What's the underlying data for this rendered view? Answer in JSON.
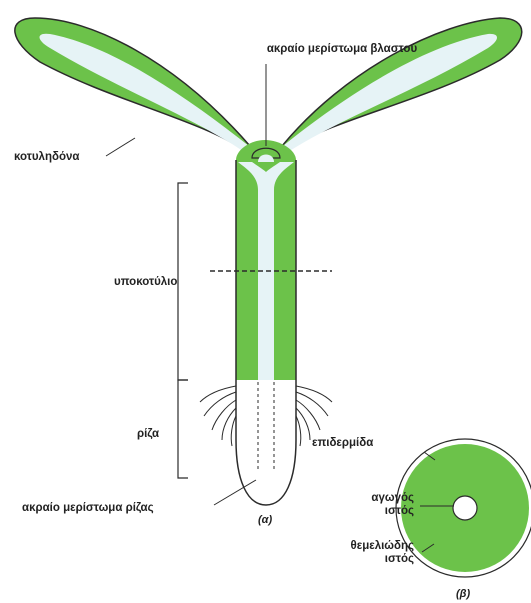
{
  "colors": {
    "tissue_green": "#6cc24a",
    "vascular_pale": "#e6f3f6",
    "outline": "#2b2b2b",
    "root_fill": "#ffffff"
  },
  "labels": {
    "shoot_apical_meristem": "ακραίο μερίστωμα βλαστού",
    "cotyledon": "κοτυληδόνα",
    "hypocotyl": "υποκοτύλιο",
    "root": "ρίζα",
    "root_apical_meristem": "ακραίο μερίστωμα ρίζας",
    "panel_a": "(α)",
    "epidermis": "επιδερμίδα",
    "vascular_line1": "αγωγός",
    "vascular_line2": "ιστός",
    "ground_line1": "θεμελιώδης",
    "ground_line2": "ιστός",
    "panel_b": "(β)"
  }
}
